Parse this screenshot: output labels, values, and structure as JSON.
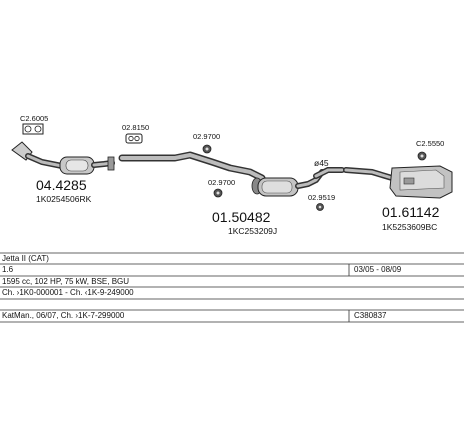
{
  "parts": [
    {
      "ref_small": "C2.6005",
      "number": "04.4285",
      "oem": "1K0254506RK"
    },
    {
      "ref_small": "02.8150"
    },
    {
      "ref_small": "02.9700"
    },
    {
      "ref_small": "02.9700"
    },
    {
      "number": "01.50482",
      "oem": "1KC253209J"
    },
    {
      "ref_small": "ø45"
    },
    {
      "ref_small": "02.9519"
    },
    {
      "ref_small": "C2.5550",
      "number": "01.61142",
      "oem": "1K5253609BC"
    }
  ],
  "rows": [
    {
      "left": "Jetta II (CAT)",
      "right": ""
    },
    {
      "left": "1.6",
      "right": "03/05 - 08/09"
    },
    {
      "left": "1595 cc, 102 HP, 75 kW, BSE, BGU",
      "right": ""
    },
    {
      "left": "Ch. ›1K0-000001 - Ch. ‹1K-9-249000",
      "right": ""
    },
    {
      "left": "KatMan., 06/07, Ch. ›1K-7-299000",
      "right": "C380837"
    }
  ]
}
